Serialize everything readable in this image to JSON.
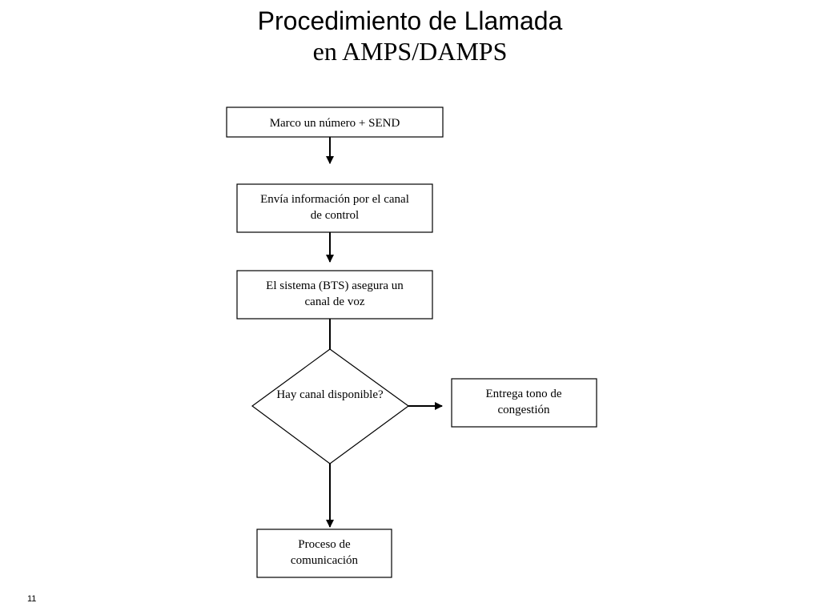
{
  "slide": {
    "title_line1": "Procedimiento de Llamada",
    "title_line2": "en AMPS/DAMPS",
    "page_number": "11"
  },
  "flowchart": {
    "step1": {
      "line1": "Marco un número + SEND"
    },
    "step2": {
      "line1": "Envía información por el canal",
      "line2": "de control"
    },
    "step3": {
      "line1": "El sistema (BTS) asegura un",
      "line2": "canal de voz"
    },
    "decision": {
      "line1": "Hay canal disponible?"
    },
    "no_branch": {
      "line1": "Entrega tono de",
      "line2": "congestión"
    },
    "yes_branch": {
      "line1": "Proceso de",
      "line2": "comunicación"
    }
  },
  "colors": {
    "line": "#000000",
    "background": "#ffffff"
  }
}
